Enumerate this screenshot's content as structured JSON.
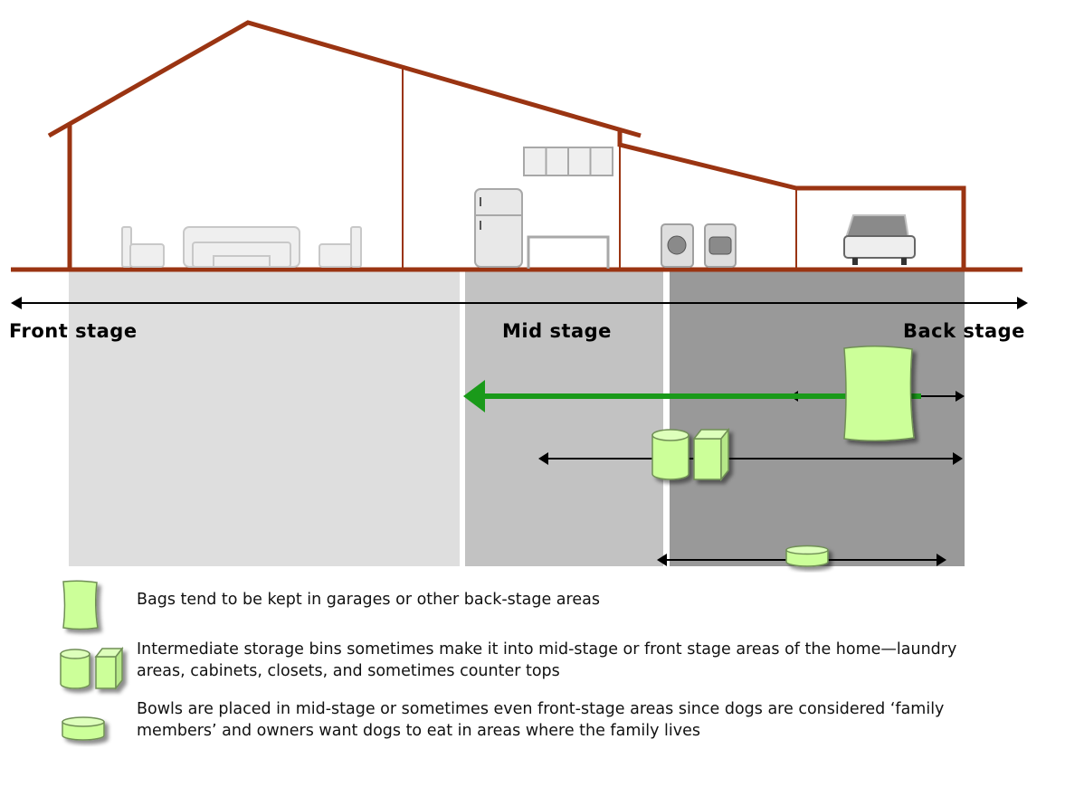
{
  "stages": {
    "front": "Front stage",
    "mid": "Mid stage",
    "back": "Back stage"
  },
  "legend": {
    "bags": [
      "Bags tend to be kept in garages or other back-stage areas"
    ],
    "bins": [
      "Intermediate storage bins sometimes make it into mid-stage or front stage areas of the home—laundry",
      "areas, cabinets, closets, and sometimes counter tops"
    ],
    "bowls": [
      "Bowls are placed in mid-stage or sometimes even front-stage areas since dogs are considered ‘family",
      "members’ and owners want dogs to eat in areas where the family lives"
    ]
  },
  "colors": {
    "house_outline": "#9a3412",
    "front_zone": "#dedede",
    "mid_zone": "#c2c2c2",
    "back_zone": "#999999",
    "item_fill": "#ccff99",
    "green_arrow": "#1a9a1a",
    "furniture": "#c8c8c8"
  },
  "icons": [
    "sofa-icon",
    "armchair-icon",
    "refrigerator-icon",
    "cabinet-icon",
    "table-icon",
    "washer-icon",
    "dryer-icon",
    "car-icon",
    "bag-icon",
    "bin-icon",
    "bowl-icon"
  ]
}
